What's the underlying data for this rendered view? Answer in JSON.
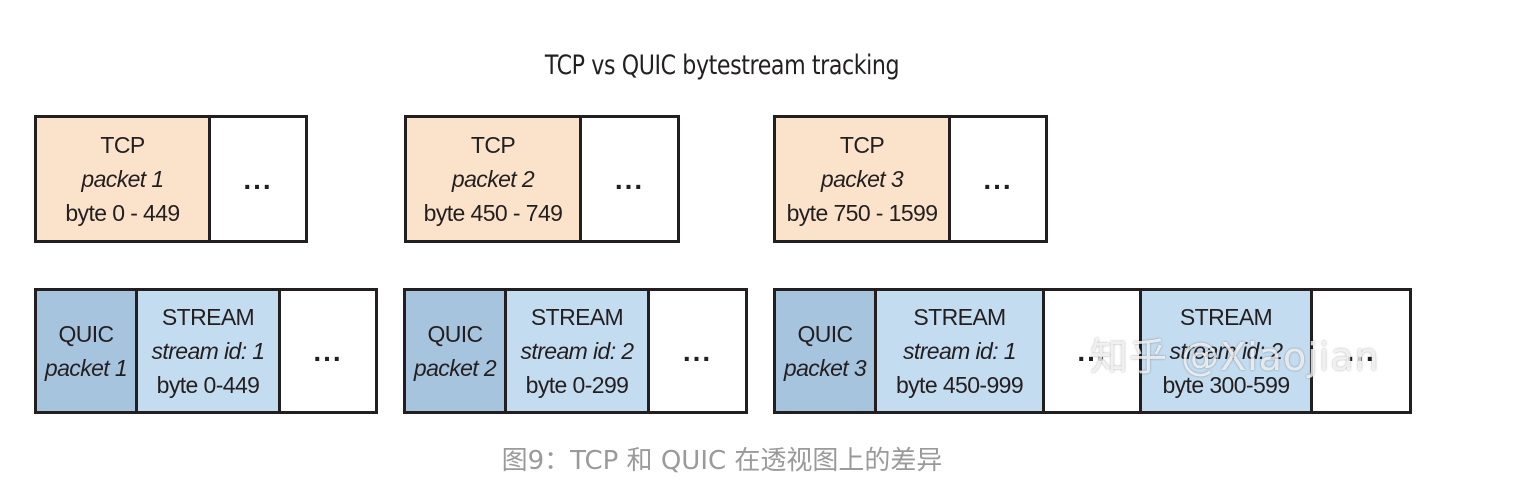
{
  "title": "TCP vs QUIC bytestream tracking",
  "tcp_row": [
    {
      "label": "TCP",
      "packet": "packet 1",
      "bytes": "byte 0 - 449"
    },
    {
      "label": "TCP",
      "packet": "packet 2",
      "bytes": "byte 450 - 749"
    },
    {
      "label": "TCP",
      "packet": "packet 3",
      "bytes": "byte 750 - 1599"
    }
  ],
  "quic_row": [
    {
      "label": "QUIC",
      "packet": "packet 1",
      "streams": [
        {
          "label": "STREAM",
          "stream_id": "stream id: 1",
          "bytes": "byte 0-449"
        }
      ]
    },
    {
      "label": "QUIC",
      "packet": "packet 2",
      "streams": [
        {
          "label": "STREAM",
          "stream_id": "stream id: 2",
          "bytes": "byte 0-299"
        }
      ]
    },
    {
      "label": "QUIC",
      "packet": "packet 3",
      "streams": [
        {
          "label": "STREAM",
          "stream_id": "stream id: 1",
          "bytes": "byte 450-999"
        },
        {
          "label": "STREAM",
          "stream_id": "stream id: 2",
          "bytes": "byte 300-599"
        }
      ]
    }
  ],
  "ellipsis": "...",
  "caption": "图9：TCP 和 QUIC 在透视图上的差异",
  "watermark": "知乎 @Xiaojian",
  "colors": {
    "tcp_fill": "#fbe3cb",
    "quic_fill": "#a6c4de",
    "stream_fill": "#c4dcf0",
    "border": "#231f20"
  }
}
